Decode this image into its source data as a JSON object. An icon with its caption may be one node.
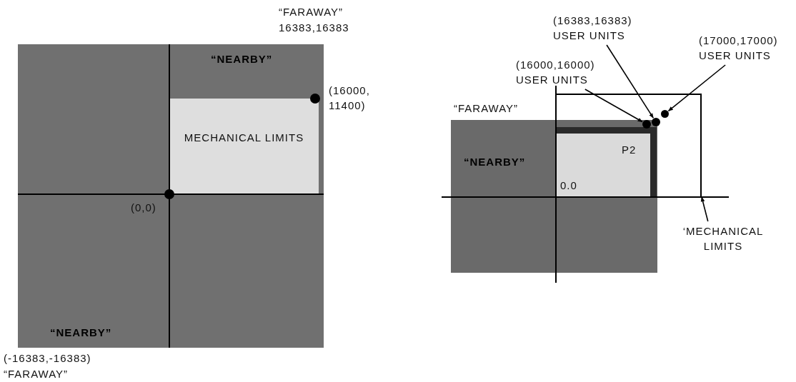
{
  "diagram": {
    "nodes": [
      {
        "text": [
          "“NEARBY”",
          "“NEARBY”"
        ]
      },
      {
        "text": [
          "MECHANICAL LIMITS"
        ],
        "in": 0
      },
      {
        "text": [
          "“NEARBY”"
        ]
      },
      {
        "text": [
          "P2",
          "0.0"
        ]
      },
      {
        "text": [
          "(16383,16383) USER UNITS"
        ]
      },
      {
        "text": [
          "(17000,17000) USER UNITS"
        ]
      },
      {
        "text": [
          "(16000,16000) USER UNITS"
        ]
      },
      {
        "text": [],
        "shape": "box"
      },
      {
        "text": [],
        "shape": "circle"
      },
      {
        "text": [],
        "shape": "circle",
        "in": 7
      },
      {
        "text": [],
        "shape": "circle",
        "in": 7
      },
      {
        "text": [
          "‘MECHANICAL LIMITS"
        ]
      }
    ],
    "edges": [
      {
        "from": 4,
        "to": 9,
        "arrow": "to"
      },
      {
        "from": 5,
        "to": 10,
        "arrow": "to"
      },
      {
        "from": 6,
        "to": 8,
        "arrow": "to"
      },
      {
        "from": 11,
        "to": 7,
        "arrow": "to"
      }
    ],
    "labels": [
      "“FARAWAY”",
      "16383,16383",
      "(16000, 11400)",
      "(0,0)",
      "(-16383,-16383)",
      "“FARAWAY”",
      "“FARAWAY”"
    ]
  }
}
